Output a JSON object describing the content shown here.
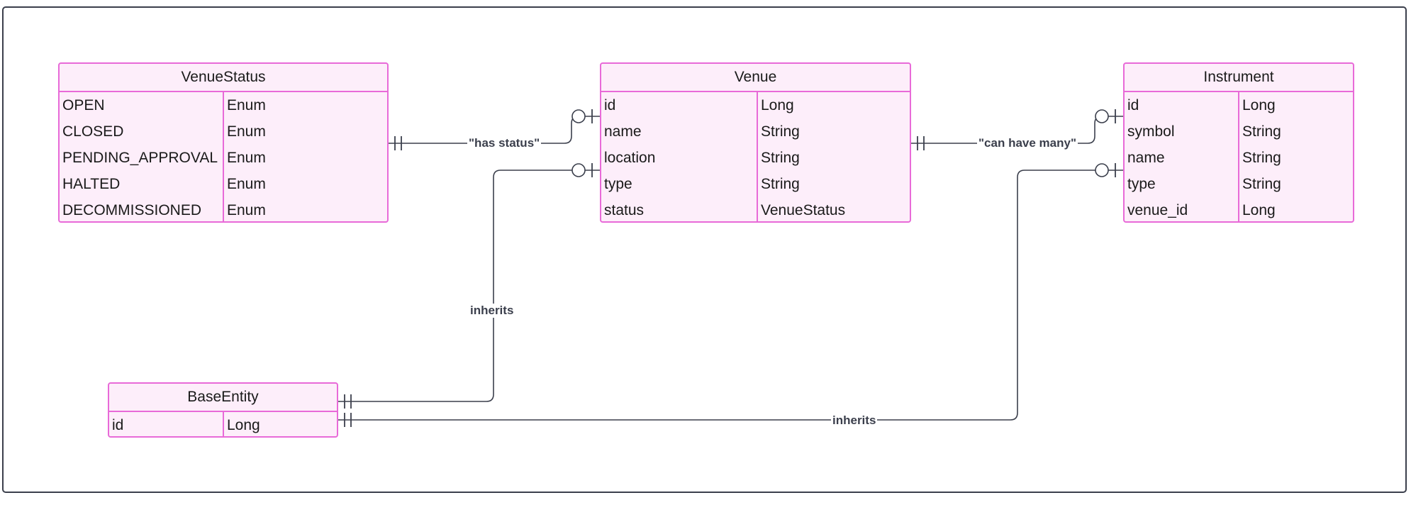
{
  "entities": {
    "venuestatus": {
      "name": "VenueStatus",
      "rows": [
        {
          "field": "OPEN",
          "type": "Enum"
        },
        {
          "field": "CLOSED",
          "type": "Enum"
        },
        {
          "field": "PENDING_APPROVAL",
          "type": "Enum"
        },
        {
          "field": "HALTED",
          "type": "Enum"
        },
        {
          "field": "DECOMMISSIONED",
          "type": "Enum"
        }
      ]
    },
    "venue": {
      "name": "Venue",
      "rows": [
        {
          "field": "id",
          "type": "Long"
        },
        {
          "field": "name",
          "type": "String"
        },
        {
          "field": "location",
          "type": "String"
        },
        {
          "field": "type",
          "type": "String"
        },
        {
          "field": "status",
          "type": "VenueStatus"
        }
      ]
    },
    "instrument": {
      "name": "Instrument",
      "rows": [
        {
          "field": "id",
          "type": "Long"
        },
        {
          "field": "symbol",
          "type": "String"
        },
        {
          "field": "name",
          "type": "String"
        },
        {
          "field": "type",
          "type": "String"
        },
        {
          "field": "venue_id",
          "type": "Long"
        }
      ]
    },
    "baseentity": {
      "name": "BaseEntity",
      "rows": [
        {
          "field": "id",
          "type": "Long"
        }
      ]
    }
  },
  "relationships": {
    "has_status": "\"has status\"",
    "can_have_many": "\"can have many\"",
    "inherits_venue": "inherits",
    "inherits_instrument": "inherits"
  }
}
